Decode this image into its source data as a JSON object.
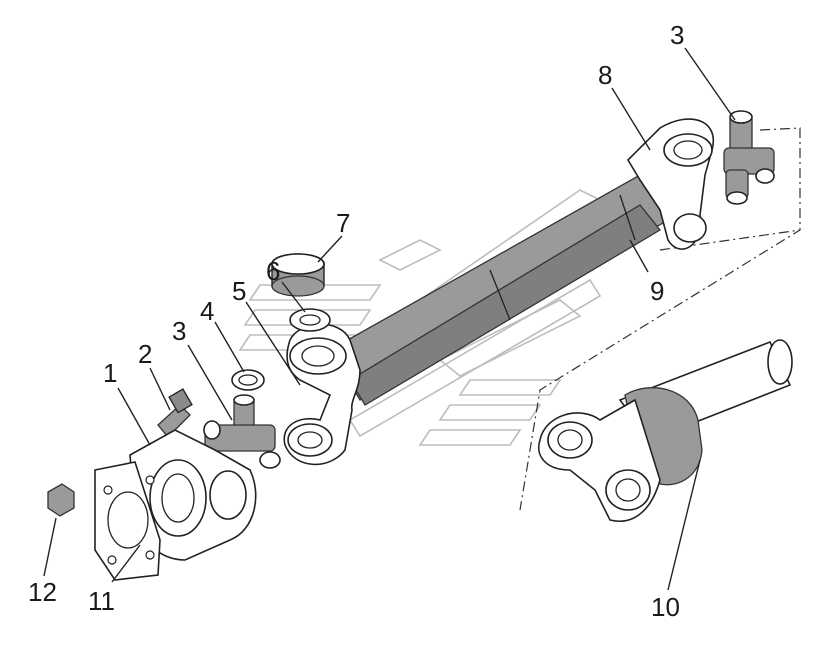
{
  "diagram": {
    "callouts": [
      {
        "id": "c1",
        "text": "1"
      },
      {
        "id": "c2",
        "text": "2"
      },
      {
        "id": "c3a",
        "text": "3"
      },
      {
        "id": "c4",
        "text": "4"
      },
      {
        "id": "c5",
        "text": "5"
      },
      {
        "id": "c6",
        "text": "6"
      },
      {
        "id": "c7",
        "text": "7"
      },
      {
        "id": "c8",
        "text": "8"
      },
      {
        "id": "c3b",
        "text": "3"
      },
      {
        "id": "c9",
        "text": "9"
      },
      {
        "id": "c10",
        "text": "10"
      },
      {
        "id": "c11",
        "text": "11"
      },
      {
        "id": "c12",
        "text": "12"
      }
    ],
    "colors": {
      "ink": "#222222",
      "shade": "#9a9a9a",
      "watermark": "#bdbdbd"
    }
  }
}
